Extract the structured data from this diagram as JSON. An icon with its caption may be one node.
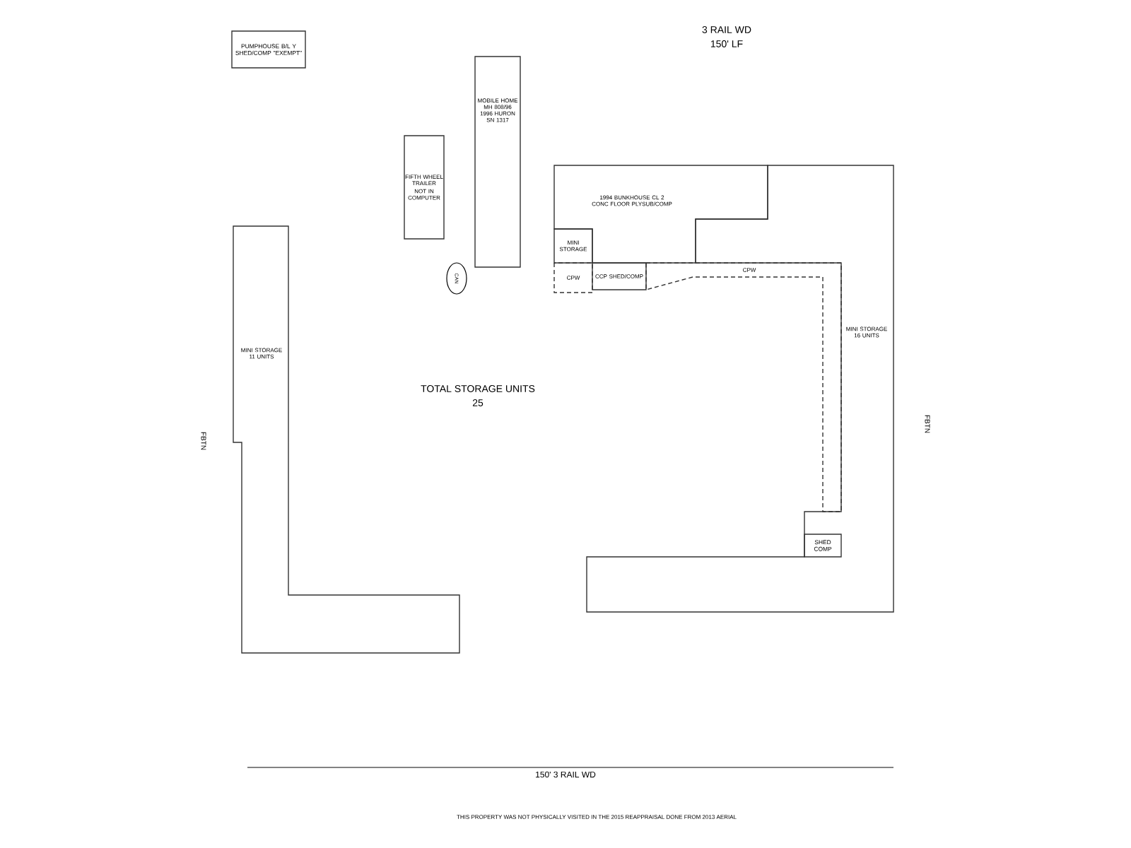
{
  "diagram": {
    "nodes": [
      {
        "text": [
          "PUMPHOUSE B/L Y SHED/COMP \"EXEMPT\""
        ]
      },
      {
        "text": [
          "FIFTH WHEEL TRAILER",
          "NOT IN COMPUTER"
        ]
      },
      {
        "text": [
          "MOBILE HOME MH 808/96 1996 HURON SN 1317"
        ]
      },
      {
        "text": [
          "CAN"
        ]
      },
      {
        "text": [
          "MINI STORAGE 11 UNITS"
        ]
      },
      {
        "text": [
          "1994 BUNKHOUSE CL 2 CONC FLOOR PLYSUB/COMP"
        ]
      },
      {
        "text": [
          "MINI STORAGE"
        ]
      },
      {
        "text": [
          "CPW"
        ]
      },
      {
        "text": [
          "CCP SHED/COMP"
        ]
      },
      {
        "text": [
          "CPW"
        ]
      },
      {
        "text": [
          "MINI STORAGE 16 UNITS"
        ]
      },
      {
        "text": [
          "SHED COMP"
        ],
        "in": 10
      }
    ],
    "labels": [
      "3 RAIL WD",
      "150' LF",
      "TOTAL STORAGE UNITS",
      "25",
      "FBTN",
      "FBTN",
      "150'  3 RAIL WD",
      "THIS PROPERTY WAS NOT PHYSICALLY VISITED IN THE 2015 REAPPRAISAL DONE FROM 2013 AERIAL"
    ]
  }
}
